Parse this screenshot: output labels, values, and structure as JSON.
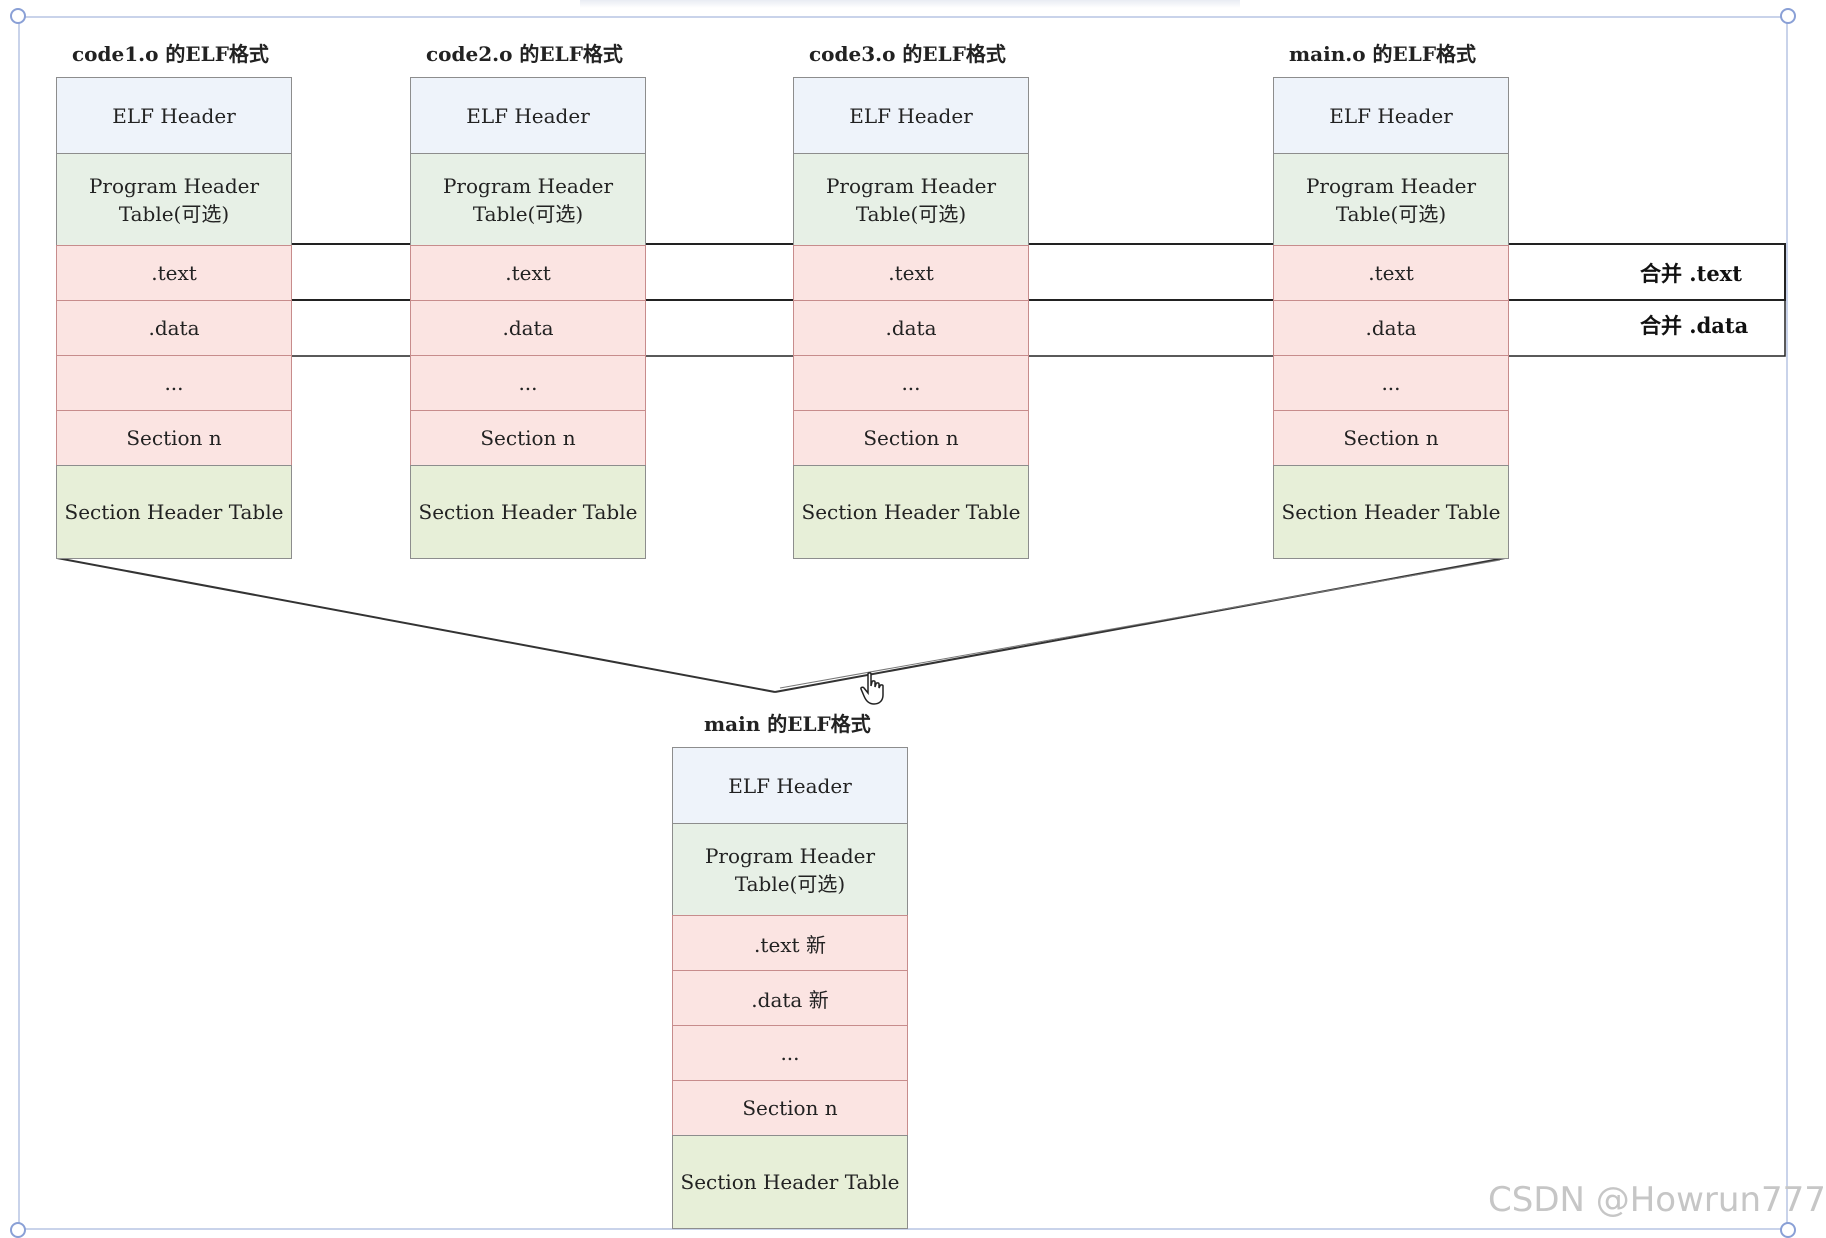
{
  "files": [
    {
      "title": "code1.o 的ELF格式",
      "elf_header": "ELF Header",
      "program_header": [
        "Program Header",
        "Table(可选)"
      ],
      "sections": [
        ".text",
        ".data",
        "...",
        "Section n"
      ],
      "section_header_table": "Section Header Table"
    },
    {
      "title": "code2.o 的ELF格式",
      "elf_header": "ELF Header",
      "program_header": [
        "Program Header",
        "Table(可选)"
      ],
      "sections": [
        ".text",
        ".data",
        "...",
        "Section n"
      ],
      "section_header_table": "Section Header Table"
    },
    {
      "title": "code3.o 的ELF格式",
      "elf_header": "ELF Header",
      "program_header": [
        "Program Header",
        "Table(可选)"
      ],
      "sections": [
        ".text",
        ".data",
        "...",
        "Section n"
      ],
      "section_header_table": "Section Header Table"
    },
    {
      "title": "main.o 的ELF格式",
      "elf_header": "ELF Header",
      "program_header": [
        "Program Header",
        "Table(可选)"
      ],
      "sections": [
        ".text",
        ".data",
        "...",
        "Section n"
      ],
      "section_header_table": "Section Header Table"
    }
  ],
  "merge_labels": {
    "text": "合并 .text",
    "data": "合并 .data"
  },
  "output": {
    "title": "main 的ELF格式",
    "elf_header": "ELF Header",
    "program_header": [
      "Program Header",
      "Table(可选)"
    ],
    "sections": [
      ".text 新",
      ".data 新",
      "...",
      "Section n"
    ],
    "section_header_table": "Section Header Table"
  },
  "watermark": "CSDN @Howrun777"
}
